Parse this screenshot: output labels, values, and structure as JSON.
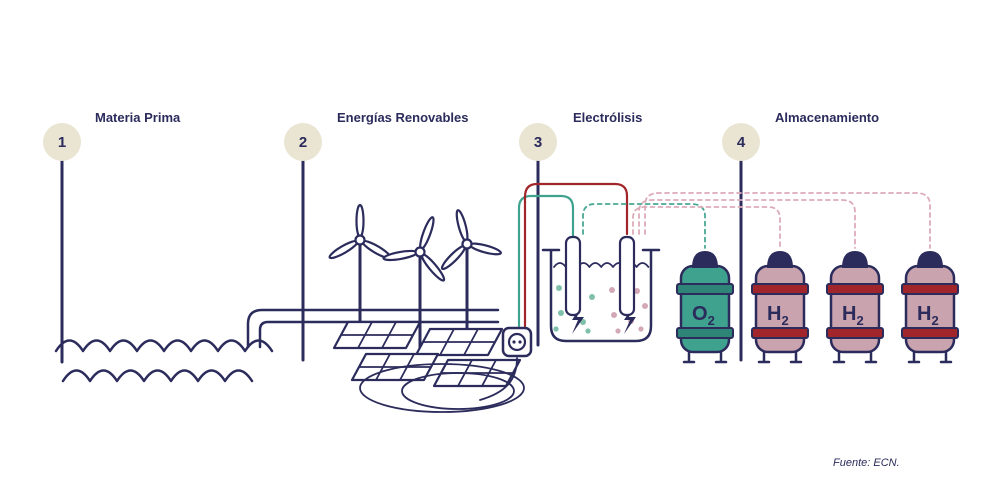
{
  "steps": [
    {
      "number": "1",
      "label": "Materia Prima"
    },
    {
      "number": "2",
      "label": "Energías Renovables"
    },
    {
      "number": "3",
      "label": "Electrólisis"
    },
    {
      "number": "4",
      "label": "Almacenamiento"
    }
  ],
  "tanks": [
    {
      "symbol": "O",
      "subscript": "2",
      "type": "oxygen"
    },
    {
      "symbol": "H",
      "subscript": "2",
      "type": "hydrogen"
    },
    {
      "symbol": "H",
      "subscript": "2",
      "type": "hydrogen"
    },
    {
      "symbol": "H",
      "subscript": "2",
      "type": "hydrogen"
    }
  ],
  "source": "Fuente: ECN.",
  "colors": {
    "navy": "#2b2b5c",
    "beige": "#e9e5d2",
    "teal": "#3fa28e",
    "teal_dark": "#2e8577",
    "pink": "#c9a3ad",
    "pink_light": "#dcabb9",
    "red": "#a0262c",
    "bubble_teal": "#7fc0ab",
    "bubble_pink": "#d4a9b6"
  }
}
